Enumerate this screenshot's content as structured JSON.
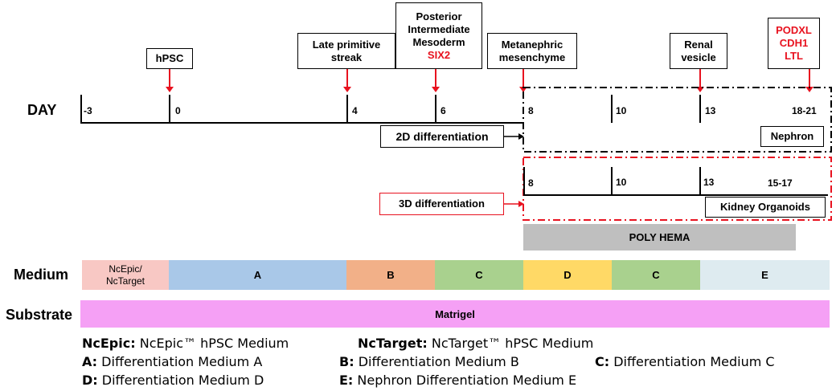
{
  "timeline": {
    "row_label": "DAY",
    "days": [
      "-3",
      "0",
      "4",
      "6",
      "8",
      "10",
      "13",
      "18-21"
    ],
    "days_3d": [
      "8",
      "10",
      "13",
      "15-17"
    ]
  },
  "stages": {
    "hpsc": "hPSC",
    "late_primitive_streak": [
      "Late primitive",
      "streak"
    ],
    "posterior_im": [
      "Posterior",
      "Intermediate",
      "Mesoderm"
    ],
    "posterior_im_marker": "SIX2",
    "metanephric": [
      "Metanephric",
      "mesenchyme"
    ],
    "renal_vesicle": [
      "Renal",
      "vesicle"
    ],
    "nephron_markers": [
      "PODXL",
      "CDH1",
      "LTL"
    ]
  },
  "differentiation": {
    "two_d": "2D differentiation",
    "three_d": "3D differentiation",
    "nephron": "Nephron",
    "kidney_organoids": "Kidney Organoids",
    "poly_hema": "POLY HEMA"
  },
  "medium": {
    "row_label": "Medium",
    "segments": [
      {
        "label": [
          "NcEpic/",
          "NcTarget"
        ],
        "color": "#f8c8c4"
      },
      {
        "label": [
          "A"
        ],
        "color": "#a9c8e8"
      },
      {
        "label": [
          "B"
        ],
        "color": "#f2b088"
      },
      {
        "label": [
          "C"
        ],
        "color": "#a9d18e"
      },
      {
        "label": [
          "D"
        ],
        "color": "#ffd966"
      },
      {
        "label": [
          "C"
        ],
        "color": "#a9d18e"
      },
      {
        "label": [
          "E"
        ],
        "color": "#deebf0"
      }
    ]
  },
  "substrate": {
    "row_label": "Substrate",
    "label": "Matrigel",
    "color": "#f5a0f5"
  },
  "legend": {
    "ncepic_key": "NcEpic:",
    "ncepic_val": "NcEpic™ hPSC Medium",
    "nctarget_key": "NcTarget:",
    "nctarget_val": "NcTarget™ hPSC Medium",
    "a_key": "A:",
    "a_val": "Differentiation Medium A",
    "b_key": "B:",
    "b_val": "Differentiation Medium B",
    "c_key": "C:",
    "c_val": "Differentiation Medium C",
    "d_key": "D:",
    "d_val": "Differentiation Medium D",
    "e_key": "E:",
    "e_val": "Nephron Differentiation Medium E"
  }
}
